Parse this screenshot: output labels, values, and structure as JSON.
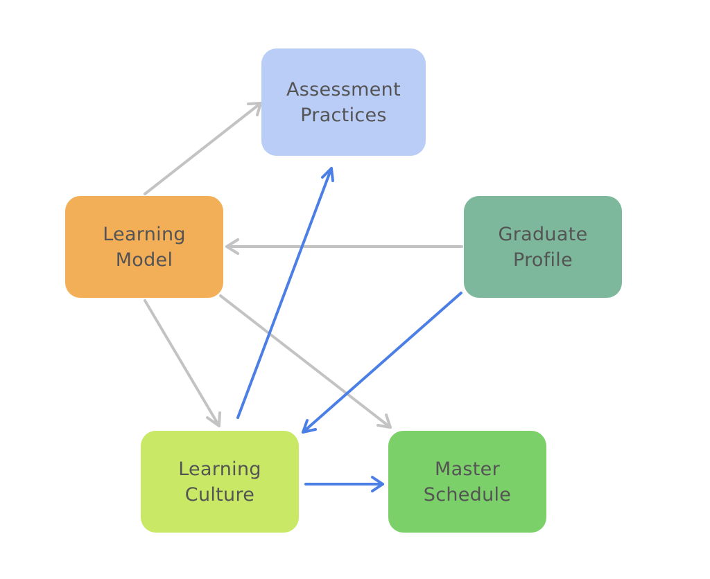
{
  "colors": {
    "assessment_practices": "#b9cdf7",
    "learning_model": "#f3ae58",
    "graduate_profile": "#7db89c",
    "learning_culture": "#c9e866",
    "master_schedule": "#7cd06a",
    "arrow_gray": "#c3c3c3",
    "arrow_blue": "#4c7fe6",
    "label_text": "#545454"
  },
  "nodes": {
    "assessment_practices": {
      "label": "Assessment\nPractices"
    },
    "learning_model": {
      "label": "Learning\nModel"
    },
    "graduate_profile": {
      "label": "Graduate\nProfile"
    },
    "learning_culture": {
      "label": "Learning\nCulture"
    },
    "master_schedule": {
      "label": "Master\nSchedule"
    }
  },
  "edges": [
    {
      "from": "learning_model",
      "to": "assessment_practices",
      "color": "gray"
    },
    {
      "from": "graduate_profile",
      "to": "learning_model",
      "color": "gray"
    },
    {
      "from": "learning_model",
      "to": "learning_culture",
      "color": "gray"
    },
    {
      "from": "learning_model",
      "to": "master_schedule",
      "color": "gray"
    },
    {
      "from": "learning_culture",
      "to": "assessment_practices",
      "color": "blue"
    },
    {
      "from": "graduate_profile",
      "to": "learning_culture",
      "color": "blue"
    },
    {
      "from": "learning_culture",
      "to": "master_schedule",
      "color": "blue"
    }
  ]
}
